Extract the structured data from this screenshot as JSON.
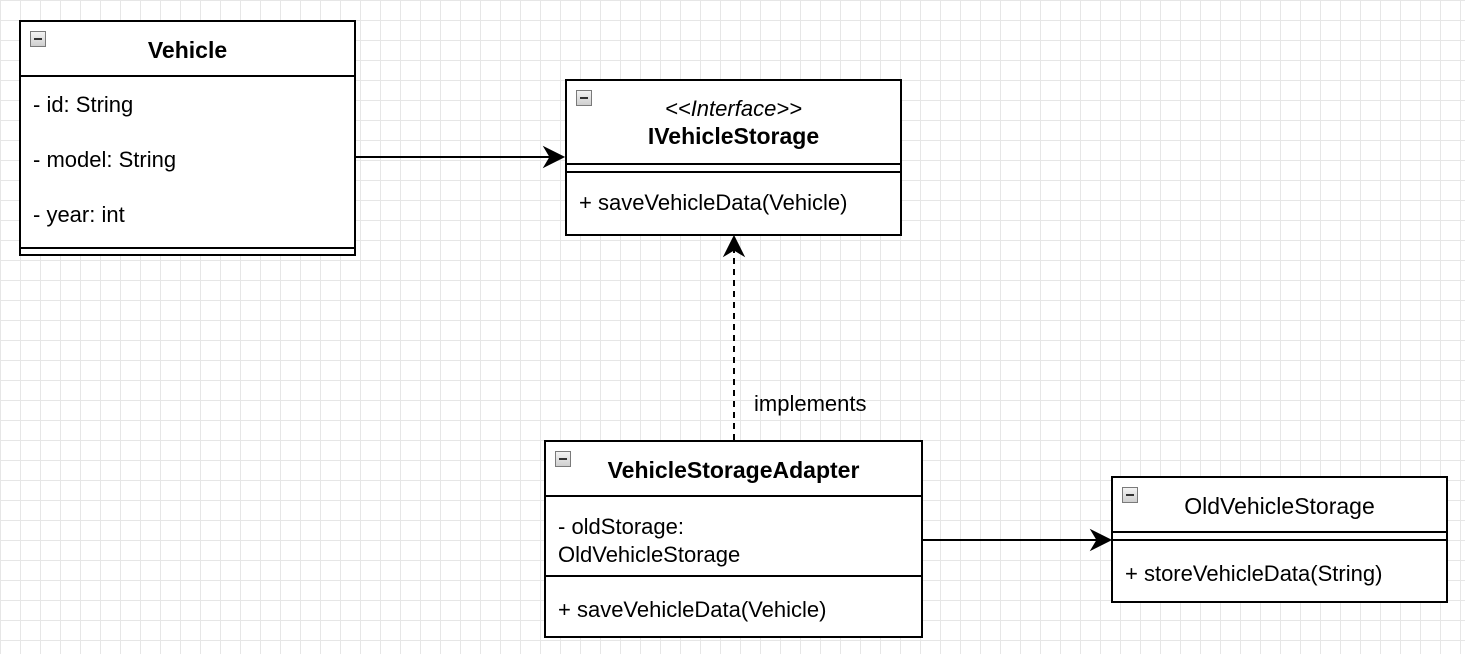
{
  "classes": {
    "vehicle": {
      "name": "Vehicle",
      "attributes": [
        "- id: String",
        "- model: String",
        "- year: int"
      ],
      "operations": []
    },
    "ivehicle_storage": {
      "stereotype": "<<Interface>>",
      "name": "IVehicleStorage",
      "attributes": [],
      "operations": [
        "+ saveVehicleData(Vehicle)"
      ]
    },
    "vehicle_storage_adapter": {
      "name": "VehicleStorageAdapter",
      "attributes": [
        "- oldStorage:",
        "OldVehicleStorage"
      ],
      "operations": [
        "+ saveVehicleData(Vehicle)"
      ]
    },
    "old_vehicle_storage": {
      "name": "OldVehicleStorage",
      "attributes": [],
      "operations": [
        "+ storeVehicleData(String)"
      ]
    }
  },
  "edges": {
    "vehicle_to_interface": {
      "from": "Vehicle",
      "to": "IVehicleStorage",
      "style": "solid",
      "arrowhead": "open"
    },
    "adapter_to_interface": {
      "from": "VehicleStorageAdapter",
      "to": "IVehicleStorage",
      "style": "dashed",
      "arrowhead": "open",
      "label": "implements"
    },
    "adapter_to_old": {
      "from": "VehicleStorageAdapter",
      "to": "OldVehicleStorage",
      "style": "solid",
      "arrowhead": "open"
    }
  },
  "colors": {
    "stroke": "#000000",
    "background": "#ffffff",
    "grid": "#e6e6e6",
    "icon_border": "#7a7a7a"
  },
  "icons": [
    "collapse-icon"
  ]
}
